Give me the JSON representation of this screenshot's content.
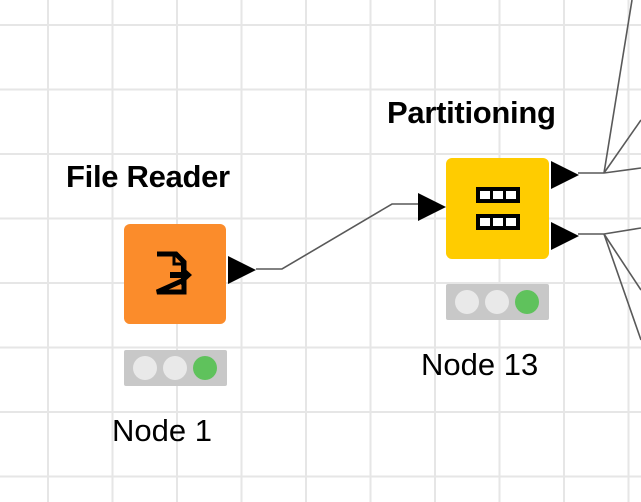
{
  "workflow": {
    "nodes": [
      {
        "id": "file-reader",
        "title": "File Reader",
        "label": "Node 1",
        "icon": "file-export-icon",
        "color": "#fb8c2b",
        "status": [
          "idle",
          "idle",
          "executed"
        ]
      },
      {
        "id": "partitioning",
        "title": "Partitioning",
        "label": "Node 13",
        "icon": "table-split-icon",
        "color": "#ffcc00",
        "status": [
          "idle",
          "idle",
          "executed"
        ]
      }
    ]
  },
  "colors": {
    "status_green": "#5fc25c",
    "status_idle": "#e9e9e9",
    "traffic_light_bg": "#c8c8c8",
    "connection": "#595959",
    "grid": "#e6e6e6"
  }
}
